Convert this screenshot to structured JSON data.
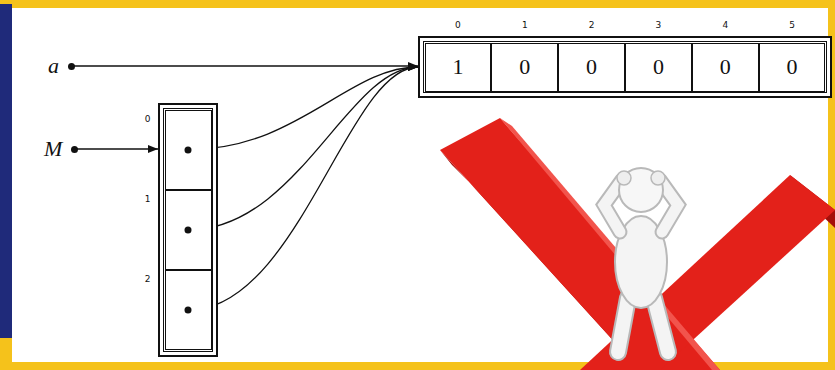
{
  "diagram": {
    "nodes": [
      {
        "text": [
          "a"
        ]
      },
      {
        "text": []
      },
      {
        "text": [
          "0",
          "1"
        ],
        "in": 1
      },
      {
        "text": [
          "1",
          "0"
        ],
        "in": 1
      },
      {
        "text": [
          "2",
          "0"
        ],
        "in": 1
      },
      {
        "text": [
          "3",
          "0"
        ],
        "in": 1
      },
      {
        "text": [
          "4",
          "0"
        ],
        "in": 1
      },
      {
        "text": [
          "5",
          "0"
        ],
        "in": 1
      },
      {
        "text": [
          "M"
        ]
      },
      {
        "text": []
      },
      {
        "text": [
          "0"
        ],
        "in": 9
      },
      {
        "text": [
          "1"
        ],
        "in": 9
      },
      {
        "text": [
          "2"
        ],
        "in": 9
      }
    ],
    "edges": [
      {
        "from": 0,
        "to": 1,
        "arrow": "to"
      },
      {
        "from": 8,
        "to": 9,
        "arrow": "to"
      },
      {
        "from": 10,
        "to": 1,
        "arrow": "to"
      },
      {
        "from": 11,
        "to": 1,
        "arrow": "to"
      },
      {
        "from": 12,
        "to": 1,
        "arrow": "to"
      }
    ]
  }
}
